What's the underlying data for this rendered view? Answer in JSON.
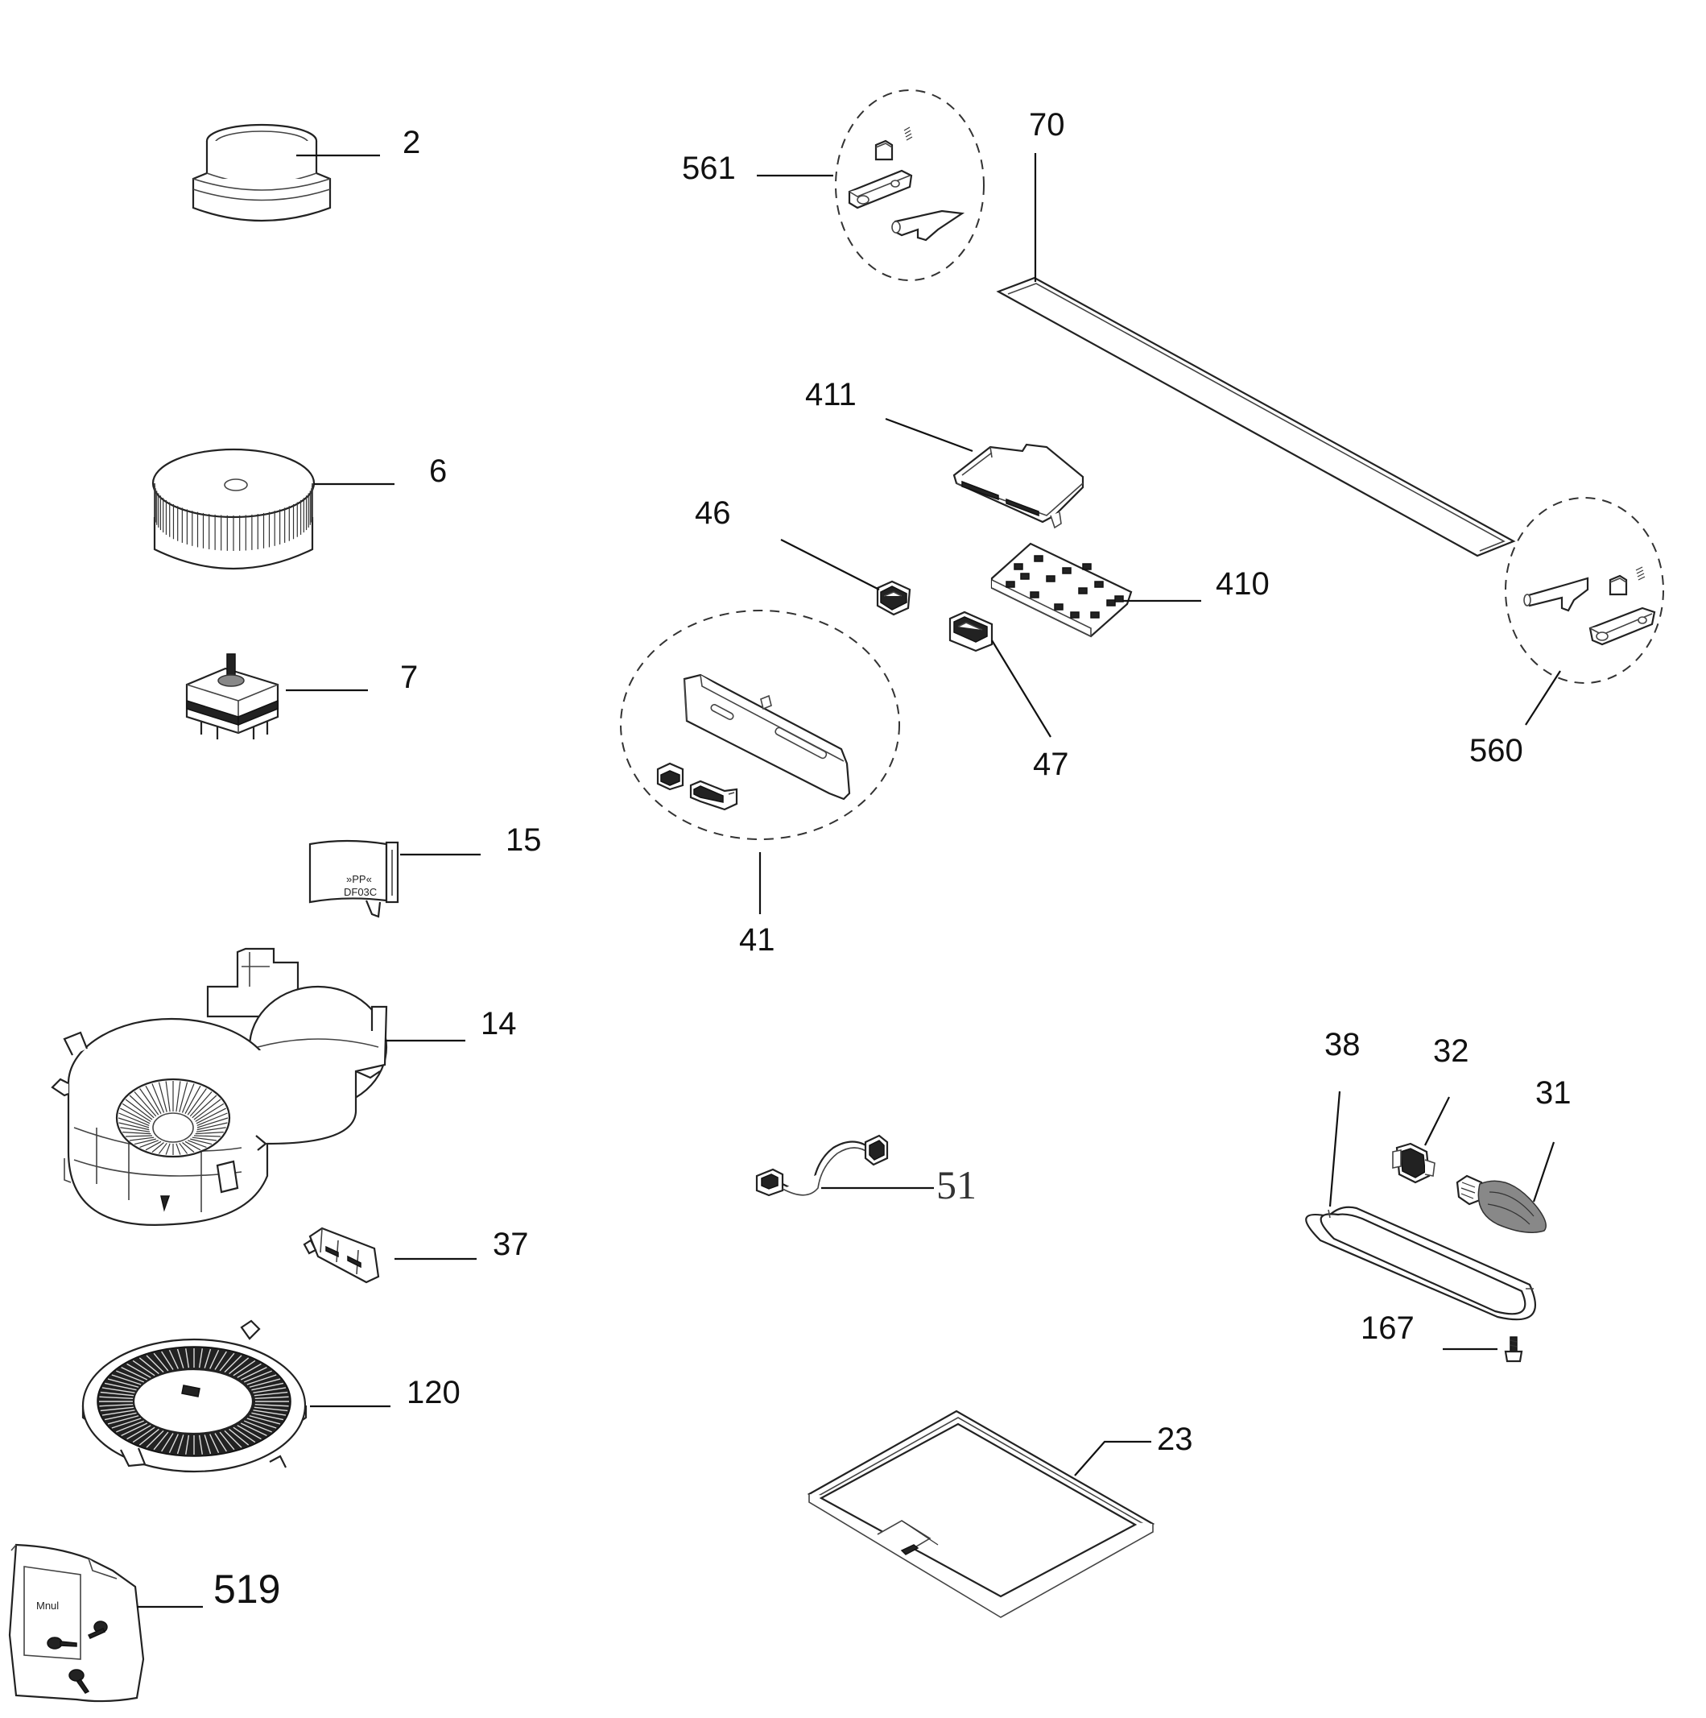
{
  "parts": [
    {
      "id": "p2",
      "label": "2"
    },
    {
      "id": "p6",
      "label": "6"
    },
    {
      "id": "p7",
      "label": "7"
    },
    {
      "id": "p15",
      "label": "15"
    },
    {
      "id": "p14",
      "label": "14"
    },
    {
      "id": "p37",
      "label": "37"
    },
    {
      "id": "p120",
      "label": "120"
    },
    {
      "id": "p519",
      "label": "519"
    },
    {
      "id": "p561",
      "label": "561"
    },
    {
      "id": "p70",
      "label": "70"
    },
    {
      "id": "p411",
      "label": "411"
    },
    {
      "id": "p46",
      "label": "46"
    },
    {
      "id": "p410",
      "label": "410"
    },
    {
      "id": "p47",
      "label": "47"
    },
    {
      "id": "p41",
      "label": "41"
    },
    {
      "id": "p560",
      "label": "560"
    },
    {
      "id": "p51",
      "label": "51"
    },
    {
      "id": "p38",
      "label": "38"
    },
    {
      "id": "p32",
      "label": "32"
    },
    {
      "id": "p31",
      "label": "31"
    },
    {
      "id": "p167",
      "label": "167"
    },
    {
      "id": "p23",
      "label": "23"
    }
  ],
  "part_markings": {
    "p15_line1": "»PP«",
    "p15_line2": "DF03C",
    "p519_line1": "Mnul"
  }
}
